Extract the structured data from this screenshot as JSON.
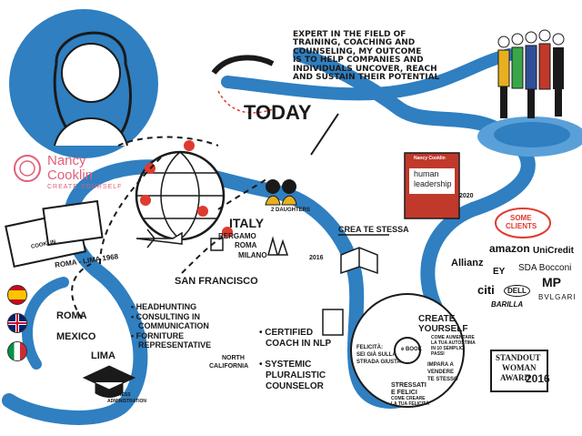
{
  "colors": {
    "river": "#2f7fc1",
    "river_light": "#5aa0d8",
    "accent_red": "#e03a2f",
    "pink_logo": "#e0607a",
    "ink": "#1a1a1a"
  },
  "brand": {
    "name_line1": "Nancy",
    "name_line2": "Cooklin",
    "tagline": "CREATE YOURSELF"
  },
  "expert_text": [
    "EXPERT IN THE FIELD OF",
    "TRAINING, COACHING AND",
    "COUNSELING, MY OUTCOME",
    "IS TO HELP COMPANIES AND",
    "INDIVIDUALS UNCOVER, REACH",
    "AND SUSTAIN THEIR POTENTIAL"
  ],
  "today": "TODAY",
  "italy": {
    "title": "ITALY",
    "cities": [
      "BERGAMO",
      "ROMA",
      "MILANO"
    ]
  },
  "daughters": "2 DAUGHTERS",
  "san_francisco": "SAN FRANCISCO",
  "roma_lima": "ROMA - LIMA 1968",
  "roma": "ROMA",
  "mexico": "MEXICO",
  "lima": "LIMA",
  "business_admin": [
    "BUSINESS",
    "ADMINISTRATION"
  ],
  "career": [
    "HEADHUNTING",
    "CONSULTING IN",
    "COMMUNICATION",
    "FORNITURE",
    "REPRESENTATIVE"
  ],
  "north_california": [
    "NORTH",
    "CALIFORNIA"
  ],
  "certified": [
    "CERTIFIED",
    "COACH IN NLP"
  ],
  "systemic": [
    "SYSTEMIC",
    "PLURALISTIC",
    "COUNSELOR"
  ],
  "crea_te_stessa": "CREA TE STESSA",
  "year_2016": "2016",
  "year_2020": "2020",
  "book": {
    "title_line1": "human",
    "title_line2": "leadership",
    "author": "Nancy Cooklin"
  },
  "create_yourself": [
    "CREATE",
    "YOURSELF"
  ],
  "create_yourself_sub": [
    "COME AUMENTARE",
    "LA TUA AUTOSTIMA",
    "IN 10 SEMPLICI",
    "PASSI"
  ],
  "felicita": [
    "FELICITÀ:",
    "SEI GIÀ SULLA",
    "STRADA GIUSTA"
  ],
  "impara": [
    "IMPARA A",
    "VENDERE",
    "TE STESSO"
  ],
  "stressati": [
    "STRESSATI",
    "E FELICI"
  ],
  "stressati_sub": [
    "COME CREARE",
    "LA TUA FELICITÀ"
  ],
  "ebook": "e BOOK",
  "award": {
    "line1": "STANDOUT",
    "line2": "WOMAN",
    "line3": "AWARD",
    "year": "2016"
  },
  "some_clients": [
    "SOME",
    "CLIENTS"
  ],
  "clients": [
    "amazon",
    "UniCredit",
    "Allianz",
    "EY",
    "SDA Bocconi",
    "citi",
    "DELL",
    "MP",
    "BVLGARI",
    "BARILLA"
  ],
  "cartoon_sign": "COOKLIN",
  "flags": [
    "spain-flag",
    "uk-flag",
    "italy-flag"
  ]
}
